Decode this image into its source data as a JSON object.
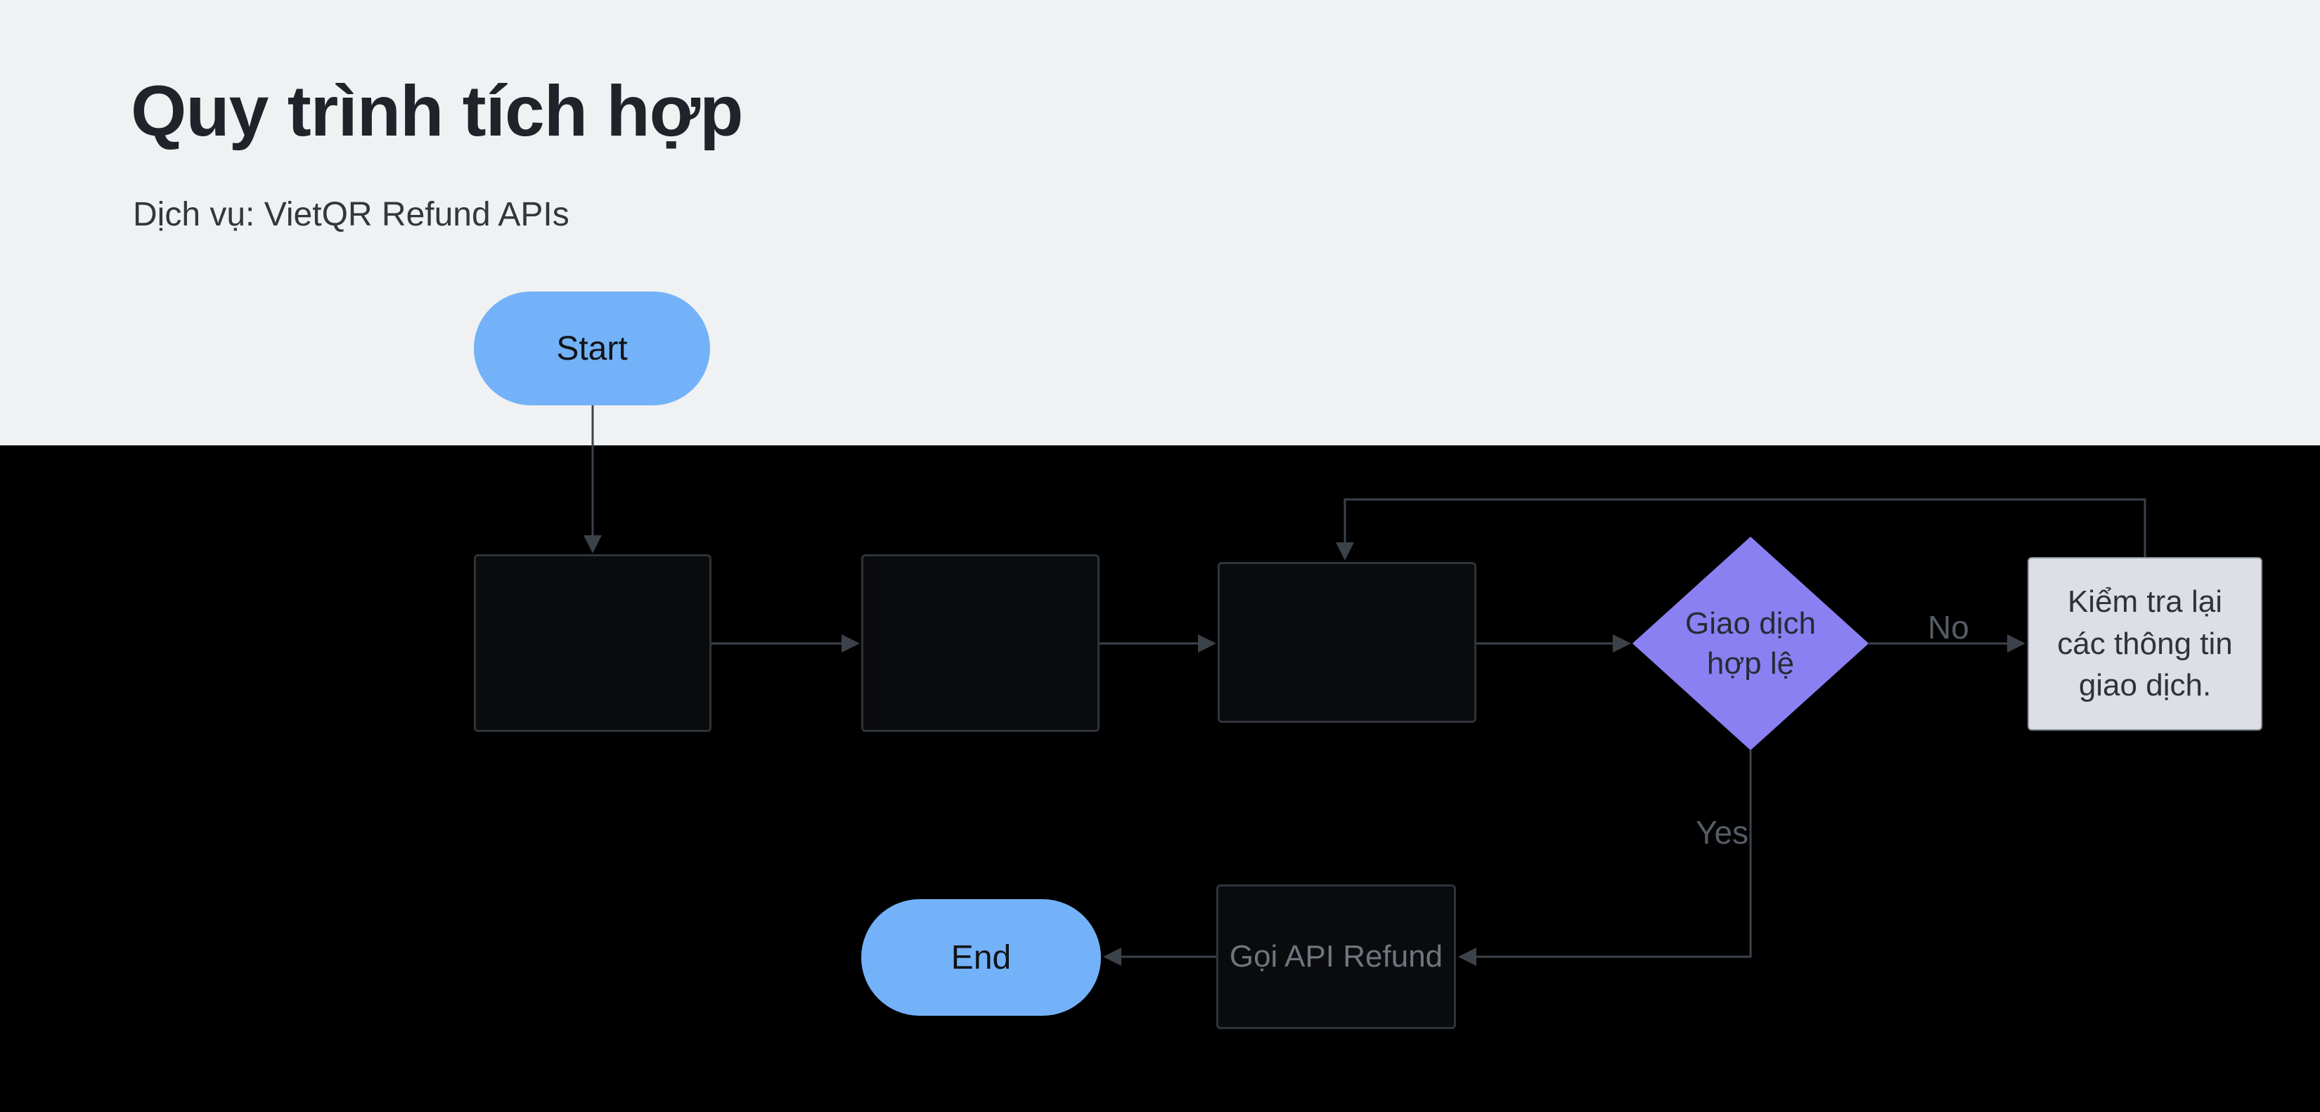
{
  "page": {
    "bg_top": "#eff1f3",
    "bg_bottom": "#000000"
  },
  "header": {
    "title": "Quy trình tích hợp",
    "subtitle": "Dịch vụ: VietQR Refund APIs"
  },
  "flowchart": {
    "nodes": {
      "start": {
        "label": "Start",
        "color": "#73b2f8"
      },
      "step1": {
        "label": ""
      },
      "step2": {
        "label": ""
      },
      "step3": {
        "label": ""
      },
      "decision": {
        "label": "Giao dịch hợp lệ",
        "color": "#8b80f2"
      },
      "note": {
        "label": "Kiểm tra lại các thông tin giao dịch.",
        "color": "#dce0e4"
      },
      "refund": {
        "label": "Gọi API Refund"
      },
      "end": {
        "label": "End",
        "color": "#73b2f8"
      }
    },
    "edges": {
      "no_label": "No",
      "yes_label": "Yes"
    },
    "colors": {
      "line": "#3c424a",
      "edge_label_text": "#565c64",
      "box_border": "#2e343a",
      "box_fill": "#0a0b0d"
    }
  }
}
